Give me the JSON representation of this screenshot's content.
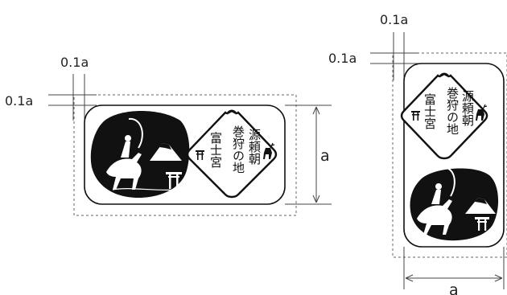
{
  "dims": {
    "margin_label": "0.1a",
    "size_label": "a"
  },
  "emblem": {
    "line1": "源頼朝",
    "line2": "巻狩の地",
    "line3": "富士宮",
    "torii_glyph": "⛩",
    "deer_glyph": "🦌"
  },
  "colors": {
    "ink": "#111111",
    "dim_line": "#444444",
    "dash": "#666666"
  },
  "icons": [
    "archer-horseman-silhouette",
    "mount-fuji-icon",
    "torii-icon",
    "deer-icon"
  ]
}
